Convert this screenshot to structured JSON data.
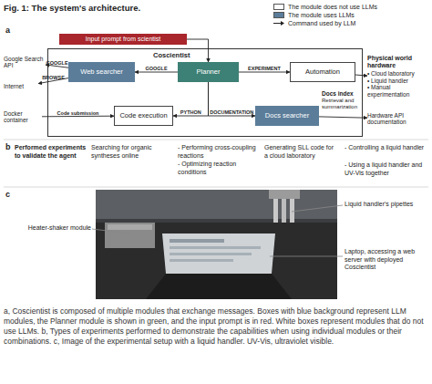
{
  "diagram": {
    "title": "Fig. 1: The system's architecture.",
    "caption": "a, Coscientist is composed of multiple modules that exchange messages. Boxes with blue background represent LLM modules, the Planner module is shown in green, and the input prompt is in red. White boxes represent modules that do not use LLMs. b, Types of experiments performed to demonstrate the capabilities when using individual modules or their combinations. c, Image of the experimental setup with a liquid handler. UV-Vis, ultraviolet visible.",
    "nodes": [
      {
        "text": [
          "Input prompt from scientist"
        ]
      },
      {
        "text": [
          "Coscientist"
        ]
      },
      {
        "text": [
          "Web searcher"
        ],
        "in": 1
      },
      {
        "text": [
          "Planner"
        ],
        "in": 1
      },
      {
        "text": [
          "Automation"
        ],
        "in": 1
      },
      {
        "text": [
          "Code execution"
        ],
        "in": 1
      },
      {
        "text": [
          "Docs searcher"
        ],
        "in": 1
      },
      {
        "text": [
          "Google Search API"
        ]
      },
      {
        "text": [
          "Internet"
        ]
      },
      {
        "text": [
          "Docker container"
        ]
      },
      {
        "text": [
          "Physical world hardware",
          "• Cloud laboratory",
          "• Liquid handler",
          "• Manual experimentation"
        ]
      },
      {
        "text": [
          "Hardware API documentation"
        ]
      }
    ],
    "edges": [
      {
        "from": 0,
        "to": 3,
        "arrow": "to"
      },
      {
        "from": 3,
        "to": 2,
        "label": "GOOGLE",
        "arrow": "to"
      },
      {
        "from": 3,
        "to": 4,
        "label": "EXPERIMENT",
        "arrow": "to"
      },
      {
        "from": 3,
        "to": 5,
        "label": "PYTHON",
        "arrow": "to"
      },
      {
        "from": 3,
        "to": 6,
        "label": "DOCUMENTATION",
        "arrow": "to"
      },
      {
        "from": 2,
        "to": 7,
        "label": "GOOGLE",
        "arrow": "to"
      },
      {
        "from": 2,
        "to": 8,
        "label": "BROWSE",
        "arrow": "to"
      },
      {
        "from": 9,
        "to": 5,
        "label": "Code submission",
        "arrow": "to"
      },
      {
        "from": 4,
        "to": 10,
        "arrow": "to"
      },
      {
        "from": 6,
        "to": 11,
        "arrow": "to"
      }
    ],
    "labels": [
      "a",
      "b",
      "Performed experiments to validate the agent",
      "Searching for organic syntheses online",
      "- Performing cross-coupling reactions",
      "- Optimizing reaction conditions",
      "Generating SLL code for a cloud laboratory",
      "- Controlling a liquid handler",
      "- Using a liquid handler and UV-Vis together",
      "c",
      "Liquid handler's pipettes",
      "Heater-shaker module",
      "Laptop, accessing a web server with deployed Coscientist",
      "Docs index",
      "Retrieval and summarization"
    ],
    "legend": [
      {
        "text": "The module does not use LLMs",
        "color": "#ffffff"
      },
      {
        "text": "The module uses LLMs",
        "color": "#5b7d9a"
      },
      {
        "text": "Command used by LLM"
      }
    ]
  }
}
